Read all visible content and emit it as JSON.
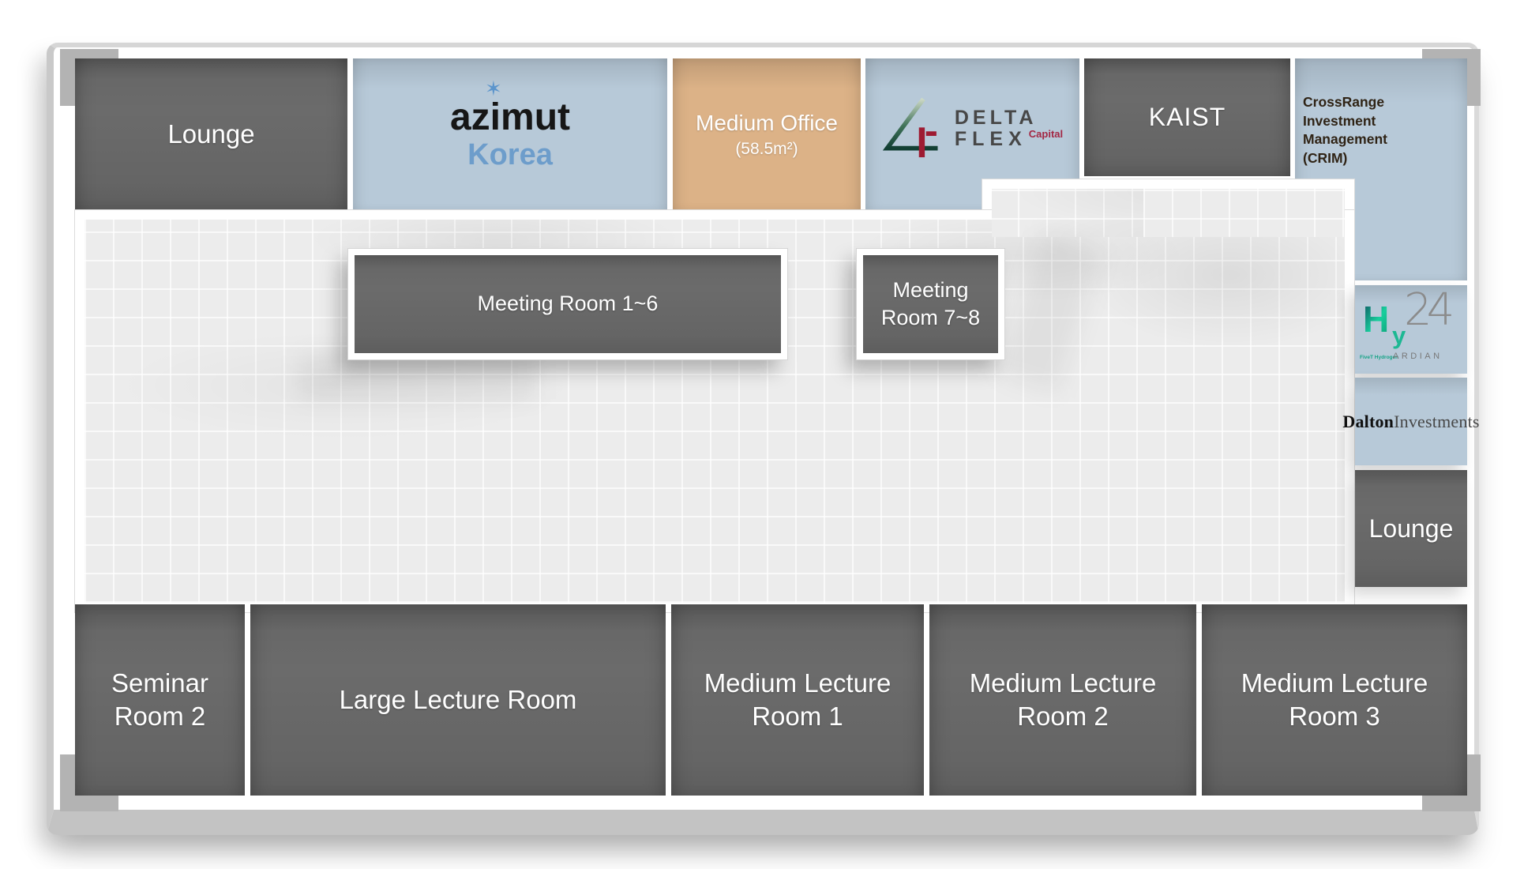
{
  "slide": {
    "background": "#ffffff",
    "frame_gray": "#c3c3c3",
    "corner_gray": "#b3b3b3"
  },
  "top_row": {
    "lounge": {
      "label": "Lounge"
    },
    "azimut": {
      "star": "✶",
      "name": "azimut",
      "country": "Korea"
    },
    "medium_office": {
      "label": "Medium Office",
      "area": "(58.5m²)"
    },
    "delta_flex": {
      "word1": "DELTA",
      "word2": "FLEX",
      "word3": "Capital"
    },
    "kaist": {
      "label": "KAIST"
    },
    "crim": {
      "line1": "CrossRange",
      "line2": "Investment Management",
      "line3": "(CRIM)"
    }
  },
  "floor": {
    "meeting_room_16": {
      "label": "Meeting Room 1~6"
    },
    "meeting_room_78": {
      "line1": "Meeting",
      "line2": "Room 7~8"
    }
  },
  "right_column": {
    "hy24": {
      "h": "H",
      "y": "y",
      "num": "24",
      "ardian": "ARDIAN",
      "fivet": "FiveT Hydrogen"
    },
    "dalton": {
      "bold": "Dalton",
      "regular": "Investments"
    },
    "lounge": {
      "label": "Lounge"
    }
  },
  "bottom_row": {
    "seminar2": {
      "line1": "Seminar",
      "line2": "Room 2"
    },
    "large_lecture": {
      "label": "Large Lecture Room"
    },
    "mlr1": {
      "line1": "Medium Lecture",
      "line2": "Room 1"
    },
    "mlr2": {
      "line1": "Medium Lecture",
      "line2": "Room 2"
    },
    "mlr3": {
      "line1": "Medium Lecture",
      "line2": "Room 3"
    }
  },
  "colors": {
    "dark_room": "#6b6b6b",
    "blue_room": "#b7c9d8",
    "tan_room": "#dcb287",
    "floor_gray": "#ececec",
    "crim_text": "#2f2315",
    "delta_gray": "#474747",
    "delta_red": "#a32744",
    "delta_green": "#1c4f3f",
    "azimut_black": "#161616",
    "azimut_blue": "#6d9dcb",
    "hy24_teal": "#19cf9d",
    "ardian_gray": "#787878"
  }
}
